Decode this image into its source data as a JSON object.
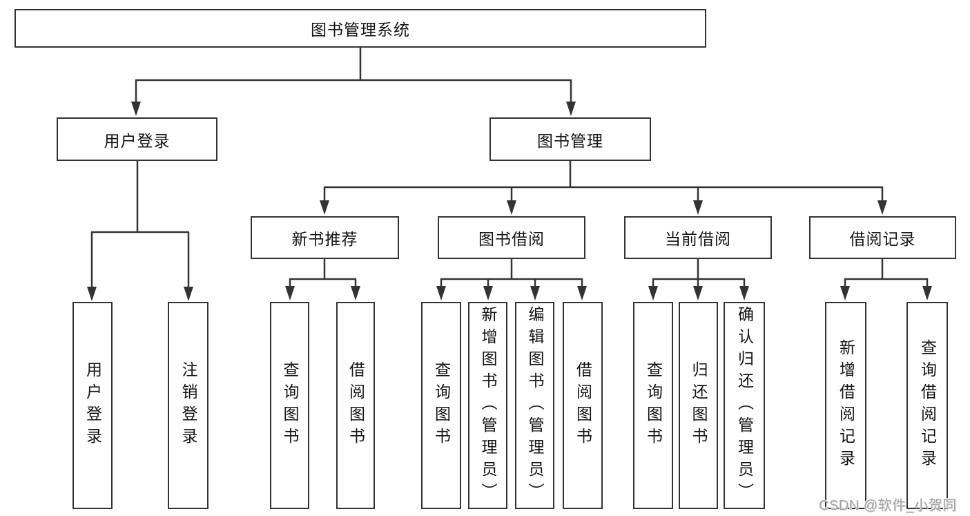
{
  "root": {
    "label": "图书管理系统"
  },
  "level2": {
    "user_login": {
      "label": "用户登录"
    },
    "book_mgmt": {
      "label": "图书管理"
    }
  },
  "level3": {
    "new_book_rec": {
      "label": "新书推荐"
    },
    "book_borrow": {
      "label": "图书借阅"
    },
    "current_borrow": {
      "label": "当前借阅"
    },
    "borrow_record": {
      "label": "借阅记录"
    }
  },
  "leaves": {
    "user_login": {
      "label": "用户登录"
    },
    "logout": {
      "label": "注销登录"
    },
    "query_book_1": {
      "label": "查询图书"
    },
    "borrow_book_1": {
      "label": "借阅图书"
    },
    "query_book_2": {
      "label": "查询图书"
    },
    "add_book": {
      "label": "新增图书（管理员）"
    },
    "edit_book": {
      "label": "编辑图书（管理员）"
    },
    "borrow_book_2": {
      "label": "借阅图书"
    },
    "query_book_3": {
      "label": "查询图书"
    },
    "return_book": {
      "label": "归还图书"
    },
    "confirm_return": {
      "label": "确认归还（管理员）"
    },
    "add_record": {
      "label": "新增借阅记录"
    },
    "query_record": {
      "label": "查询借阅记录"
    }
  },
  "watermark": {
    "text": "CSDN @软件_小贺同学"
  },
  "colors": {
    "line": "#333333",
    "box_border": "#333333",
    "box_fill": "#ffffff",
    "text": "#141414",
    "watermark": "#a5a5a5",
    "background": "#ffffff"
  }
}
